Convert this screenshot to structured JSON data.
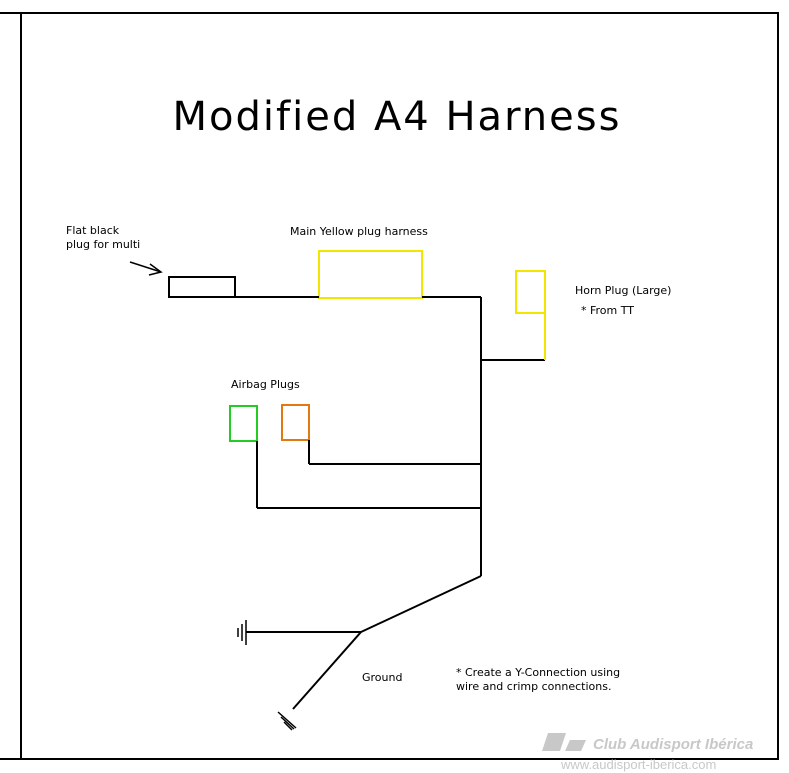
{
  "title": "Modified A4 Harness",
  "labels": {
    "flat_black_line1": "Flat black",
    "flat_black_line2": "plug for multi",
    "main_yellow": "Main Yellow plug harness",
    "horn_line1": "Horn Plug (Large)",
    "horn_line2": "* From TT",
    "airbag": "Airbag Plugs",
    "ground": "Ground",
    "note_line1": "* Create a Y-Connection using",
    "note_line2": "wire and crimp connections."
  },
  "watermark": {
    "brand": "Club Audisport Ibérica",
    "url": "www.audisport-iberica.com"
  },
  "colors": {
    "wire": "#000000",
    "main_yellow_plug": "#f2e600",
    "horn_plug": "#f2e600",
    "airbag_green": "#22cc22",
    "airbag_orange": "#e07a10",
    "watermark": "#c8c8c8"
  }
}
